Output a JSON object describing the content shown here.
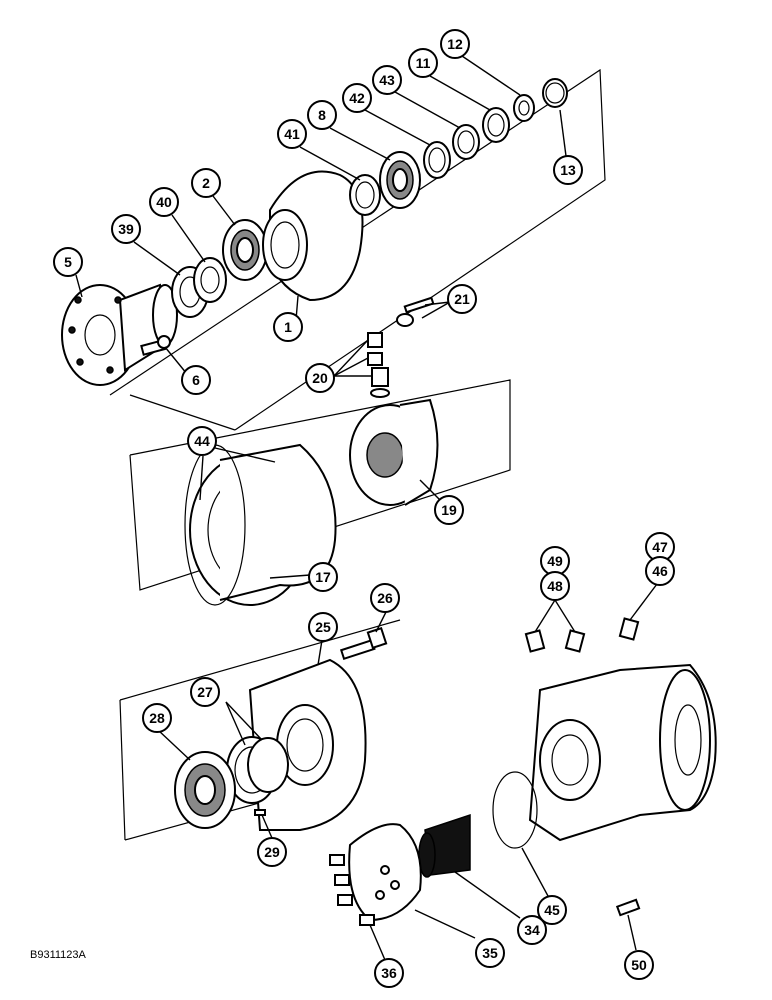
{
  "figure": {
    "reference_code": "B9311123A"
  },
  "callouts": [
    {
      "id": "c5",
      "label": "5"
    },
    {
      "id": "c39",
      "label": "39"
    },
    {
      "id": "c40",
      "label": "40"
    },
    {
      "id": "c2",
      "label": "2"
    },
    {
      "id": "c41",
      "label": "41"
    },
    {
      "id": "c8",
      "label": "8"
    },
    {
      "id": "c42",
      "label": "42"
    },
    {
      "id": "c43",
      "label": "43"
    },
    {
      "id": "c11",
      "label": "11"
    },
    {
      "id": "c12",
      "label": "12"
    },
    {
      "id": "c13",
      "label": "13"
    },
    {
      "id": "c1",
      "label": "1"
    },
    {
      "id": "c6",
      "label": "6"
    },
    {
      "id": "c21",
      "label": "21"
    },
    {
      "id": "c20",
      "label": "20"
    },
    {
      "id": "c44",
      "label": "44"
    },
    {
      "id": "c19",
      "label": "19"
    },
    {
      "id": "c17",
      "label": "17"
    },
    {
      "id": "c26",
      "label": "26"
    },
    {
      "id": "c25",
      "label": "25"
    },
    {
      "id": "c27",
      "label": "27"
    },
    {
      "id": "c28",
      "label": "28"
    },
    {
      "id": "c29",
      "label": "29"
    },
    {
      "id": "c49",
      "label": "49"
    },
    {
      "id": "c48",
      "label": "48"
    },
    {
      "id": "c47",
      "label": "47"
    },
    {
      "id": "c46",
      "label": "46"
    },
    {
      "id": "c45",
      "label": "45"
    },
    {
      "id": "c34",
      "label": "34"
    },
    {
      "id": "c35",
      "label": "35"
    },
    {
      "id": "c36",
      "label": "36"
    },
    {
      "id": "c50",
      "label": "50"
    }
  ]
}
